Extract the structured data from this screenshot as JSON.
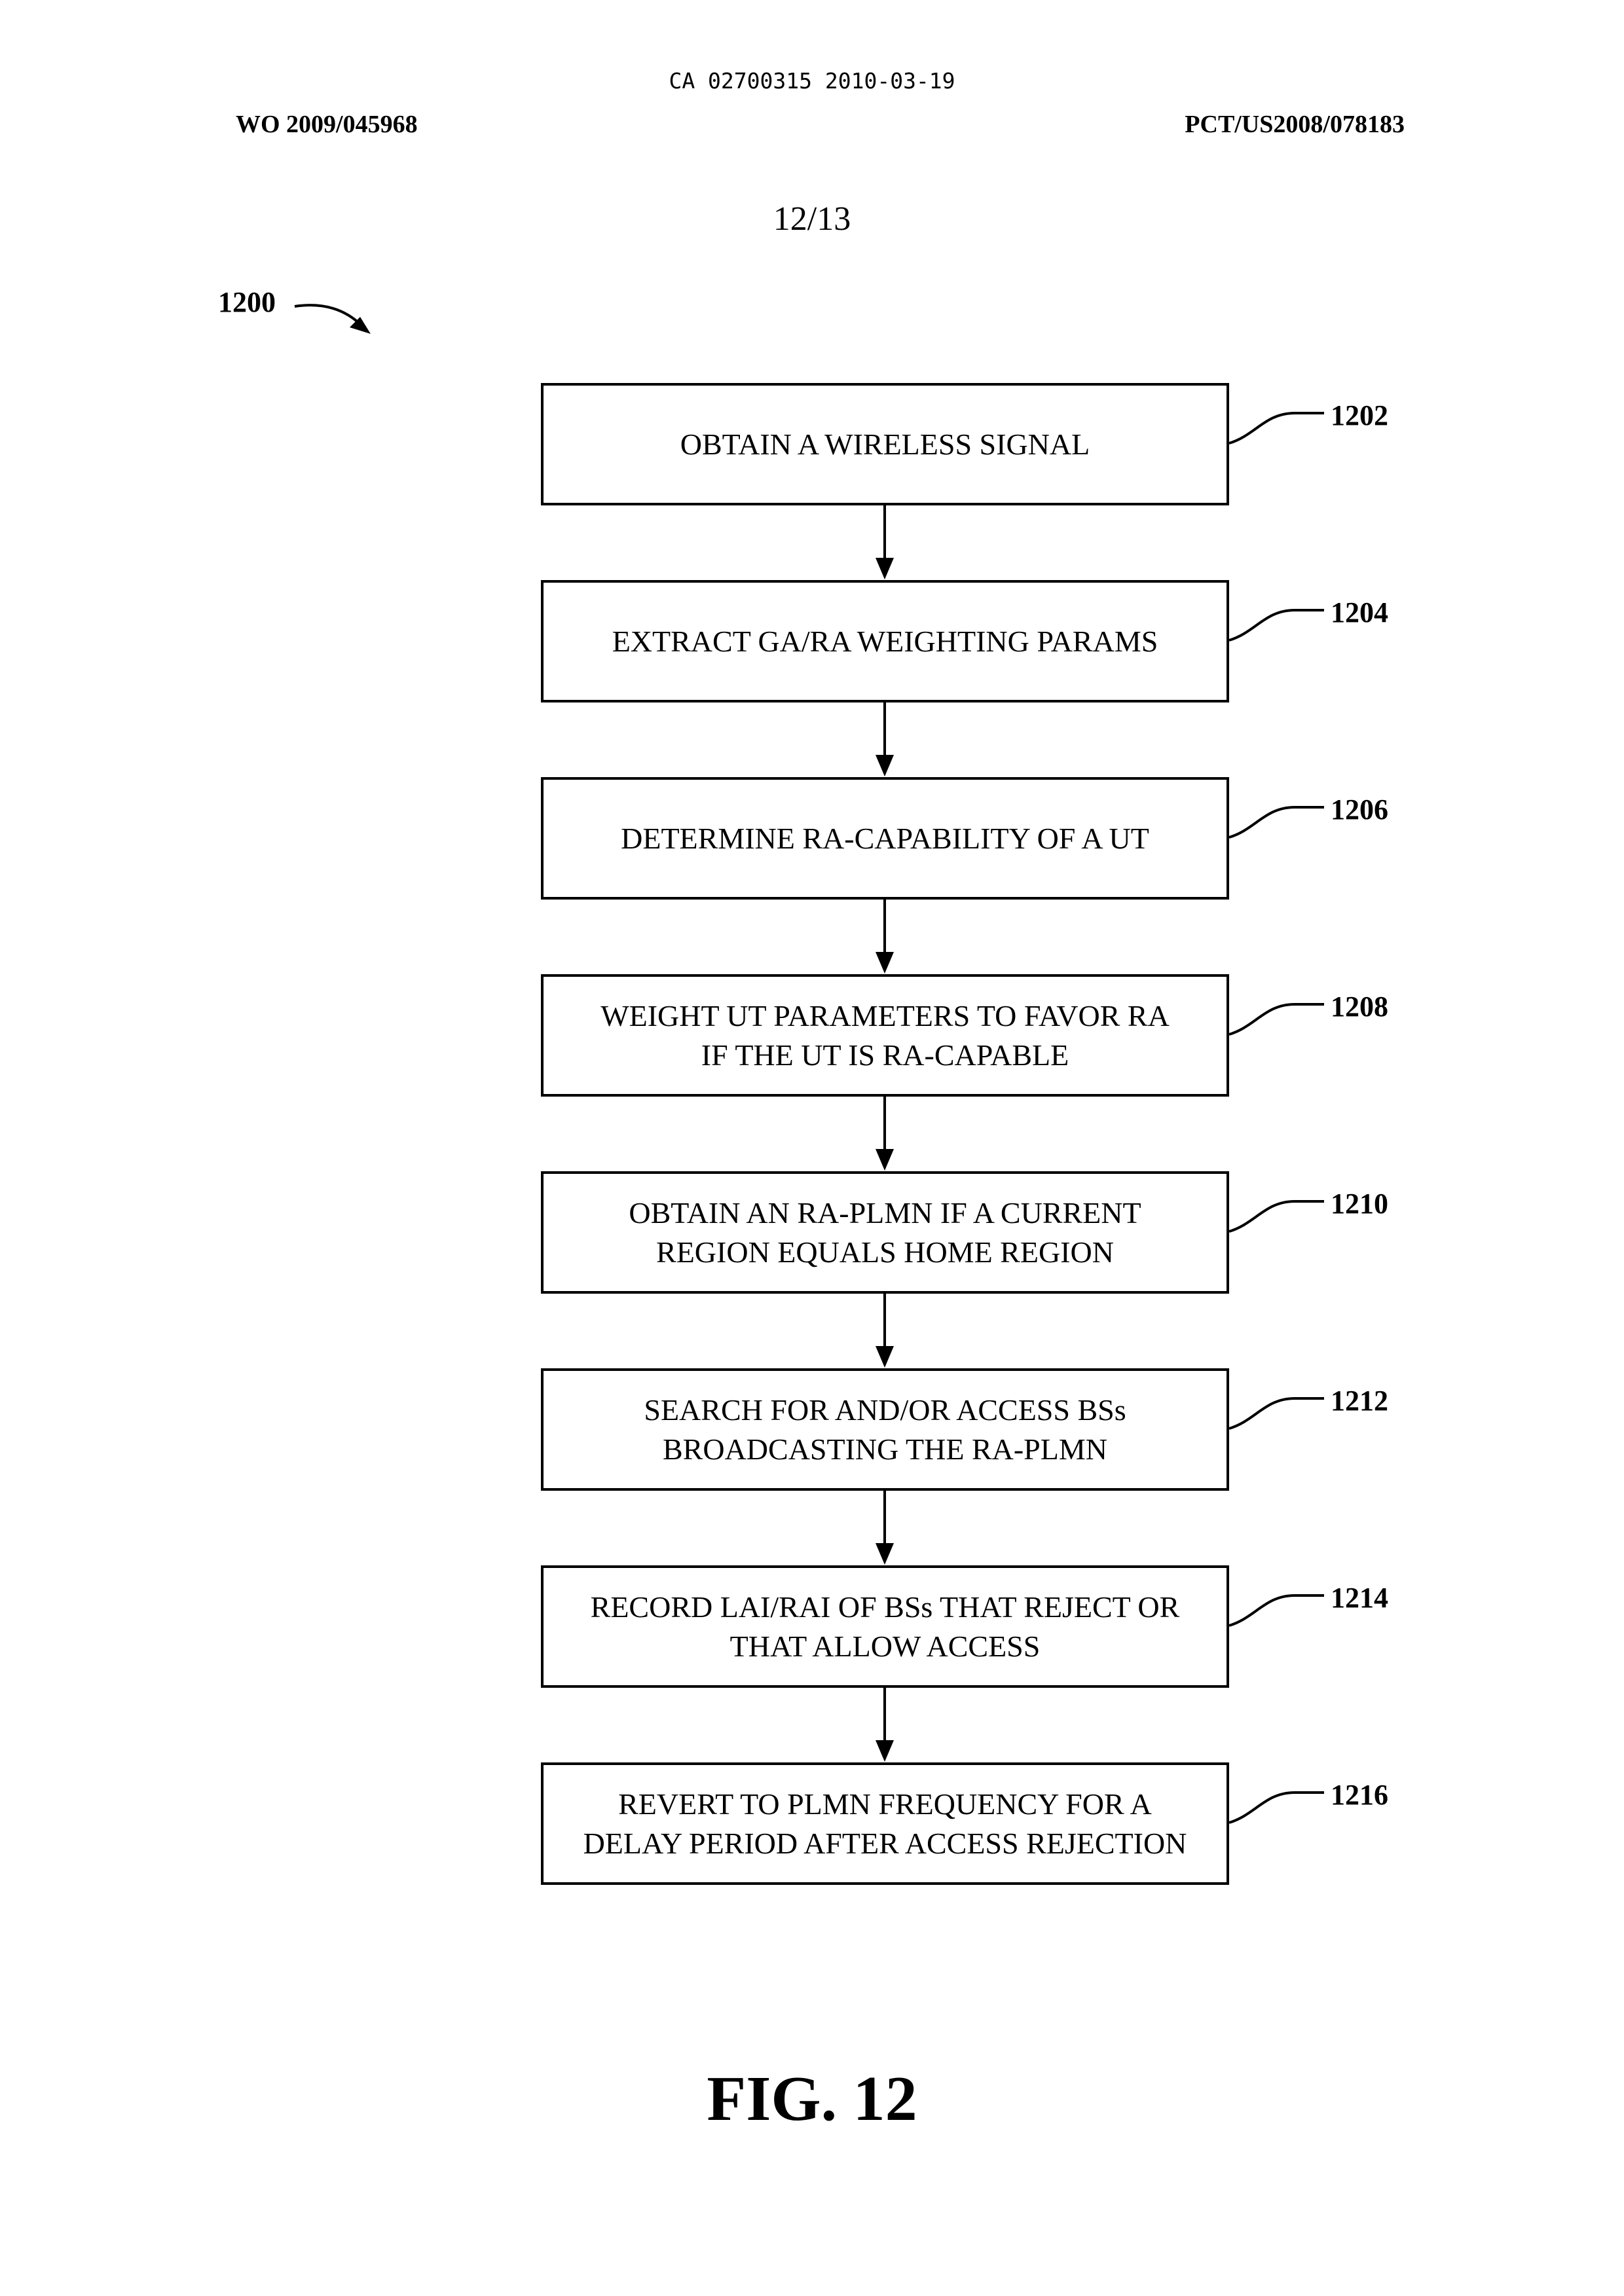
{
  "header": {
    "ca_number": "CA 02700315 2010-03-19",
    "wo_number": "WO 2009/045968",
    "pct_number": "PCT/US2008/078183"
  },
  "sheet": "12/13",
  "figure": {
    "reference": "1200",
    "caption": "FIG. 12"
  },
  "steps": [
    {
      "ref": "1202",
      "text": "OBTAIN A WIRELESS SIGNAL"
    },
    {
      "ref": "1204",
      "text": "EXTRACT GA/RA WEIGHTING PARAMS"
    },
    {
      "ref": "1206",
      "text": "DETERMINE RA-CAPABILITY OF A UT"
    },
    {
      "ref": "1208",
      "text": "WEIGHT UT PARAMETERS TO FAVOR RA\nIF THE UT IS RA-CAPABLE"
    },
    {
      "ref": "1210",
      "text": "OBTAIN AN RA-PLMN IF A CURRENT\nREGION EQUALS HOME REGION"
    },
    {
      "ref": "1212",
      "text": "SEARCH FOR AND/OR ACCESS BSs\nBROADCASTING THE RA-PLMN"
    },
    {
      "ref": "1214",
      "text": "RECORD LAI/RAI OF BSs THAT REJECT OR\nTHAT ALLOW ACCESS"
    },
    {
      "ref": "1216",
      "text": "REVERT TO PLMN FREQUENCY FOR A\nDELAY PERIOD AFTER ACCESS REJECTION"
    }
  ]
}
